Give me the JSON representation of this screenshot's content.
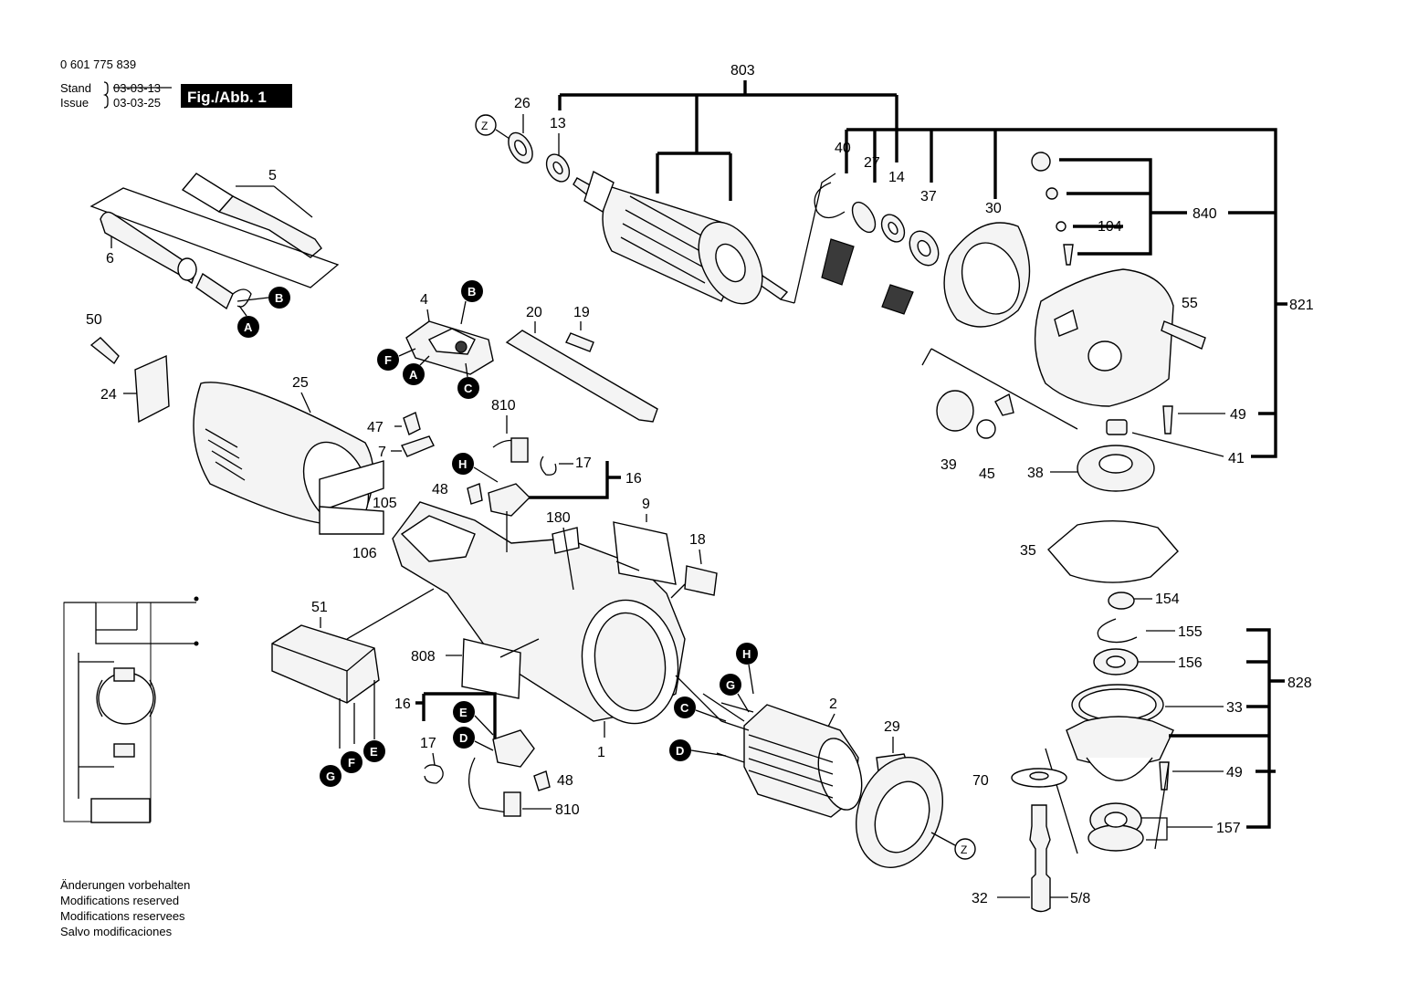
{
  "header": {
    "doc_number": "0 601 775 839",
    "stand_label": "Stand",
    "issue_label": "Issue",
    "stand_date": "03-03-13",
    "issue_date": "03-03-25",
    "figure_label": "Fig./Abb. 1"
  },
  "footer": {
    "lines": [
      "Änderungen vorbehalten",
      "Modifications reserved",
      "Modifications reservees",
      "Salvo modificaciones"
    ]
  },
  "callouts": {
    "A": "A",
    "B": "B",
    "C": "C",
    "D": "D",
    "E": "E",
    "F": "F",
    "G": "G",
    "H": "H",
    "Z": "Z"
  },
  "parts": {
    "p803": "803",
    "p26": "26",
    "p13": "13",
    "p40": "40",
    "p27": "27",
    "p14": "14",
    "p37": "37",
    "p30": "30",
    "p840": "840",
    "p104": "104",
    "p821": "821",
    "p55": "55",
    "p49": "49",
    "p41": "41",
    "p39": "39",
    "p45": "45",
    "p38": "38",
    "p35": "35",
    "p154": "154",
    "p155": "155",
    "p156": "156",
    "p828": "828",
    "p33": "33",
    "p157": "157",
    "p70": "70",
    "p32": "32",
    "p5_8": "5/8",
    "p5": "5",
    "p6": "6",
    "p4": "4",
    "p20": "20",
    "p19": "19",
    "p50": "50",
    "p24": "24",
    "p25": "25",
    "p47": "47",
    "p7": "7",
    "p810": "810",
    "p17": "17",
    "p16": "16",
    "p48": "48",
    "p105": "105",
    "p106": "106",
    "p180": "180",
    "p9": "9",
    "p18": "18",
    "p51": "51",
    "p808": "808",
    "p1": "1",
    "p2": "2",
    "p29": "29"
  }
}
